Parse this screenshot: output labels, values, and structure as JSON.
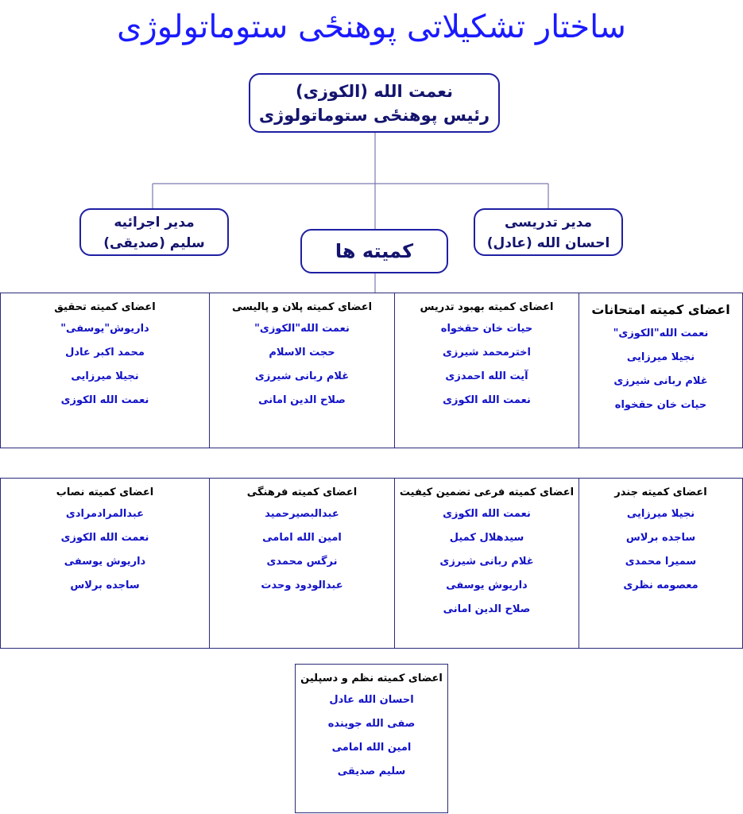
{
  "title": "ساختار تشکیلاتی پوهنځی ستوماتولوژی",
  "top_box": {
    "line1": "نعمت الله (الکوزی)",
    "line2": "رئیس پوهنځی ستوماتولوژی"
  },
  "teaching_director": {
    "line1": "مدیر تدریسی",
    "line2": "احسان الله (عادل)"
  },
  "admin_director": {
    "line1": "مدیر اجرائیه",
    "line2": "سلیم (صدیقی)"
  },
  "committees_box": {
    "label": "کمیته ها"
  },
  "committees_row1": [
    {
      "title": "اعضای کمیته امتحانات",
      "members": [
        "نعمت الله\"الکوزی\"",
        "نجیلا میرزایی",
        "غلام ربانی شیرزی",
        "حیات خان حقخواه"
      ]
    },
    {
      "title": "اعضای کمیته بهبود تدریس",
      "members": [
        "حیات خان حقخواه",
        "اخترمحمد شیرزی",
        "آیت الله احمدزی",
        "نعمت الله الکوزی"
      ]
    },
    {
      "title": "اعضای کمیته پلان و پالیسی",
      "members": [
        "نعمت الله\"الکوزی\"",
        "حجت الاسلام",
        "غلام ربانی شیرزی",
        "صلاح الدین امانی"
      ]
    },
    {
      "title": "اعضای کمیته تحقیق",
      "members": [
        "داریوش\"یوسفی\"",
        "محمد اکبر عادل",
        "نجیلا میرزایی",
        "نعمت الله الکوزی"
      ]
    }
  ],
  "committees_row2": [
    {
      "title": "اعضای کمیته جندر",
      "members": [
        "نجیلا میرزایی",
        "ساجده برلاس",
        "سمیرا محمدی",
        "معصومه نظری"
      ]
    },
    {
      "title": "اعضای کمیته فرعی تضمین کیفیت",
      "members": [
        "نعمت الله الکوزی",
        "سیدهلال کمیل",
        "غلام ربانی شیرزی",
        "داریوش یوسفی",
        "صلاح الدین امانی"
      ]
    },
    {
      "title": "اعضای کمیته فرهنگی",
      "members": [
        "عبدالبصیرحمید",
        "امین الله امامی",
        "نرگس محمدی",
        "عبدالودود وحدت"
      ]
    },
    {
      "title": "اعضای کمیته نصاب",
      "members": [
        "عبدالمرادمرادی",
        "نعمت الله الکوزی",
        "داریوش یوسفی",
        "ساجده برلاس"
      ]
    }
  ],
  "discipline_committee": {
    "title": "اعضای کمیته نظم و دسپلین",
    "members": [
      "احسان الله عادل",
      "صفی الله جوینده",
      "امین الله امامی",
      "سلیم صدیقی"
    ]
  },
  "colors": {
    "heading_blue": "#1a1aff",
    "member_blue": "#1212c8",
    "border_navy": "#1f1fa3"
  }
}
